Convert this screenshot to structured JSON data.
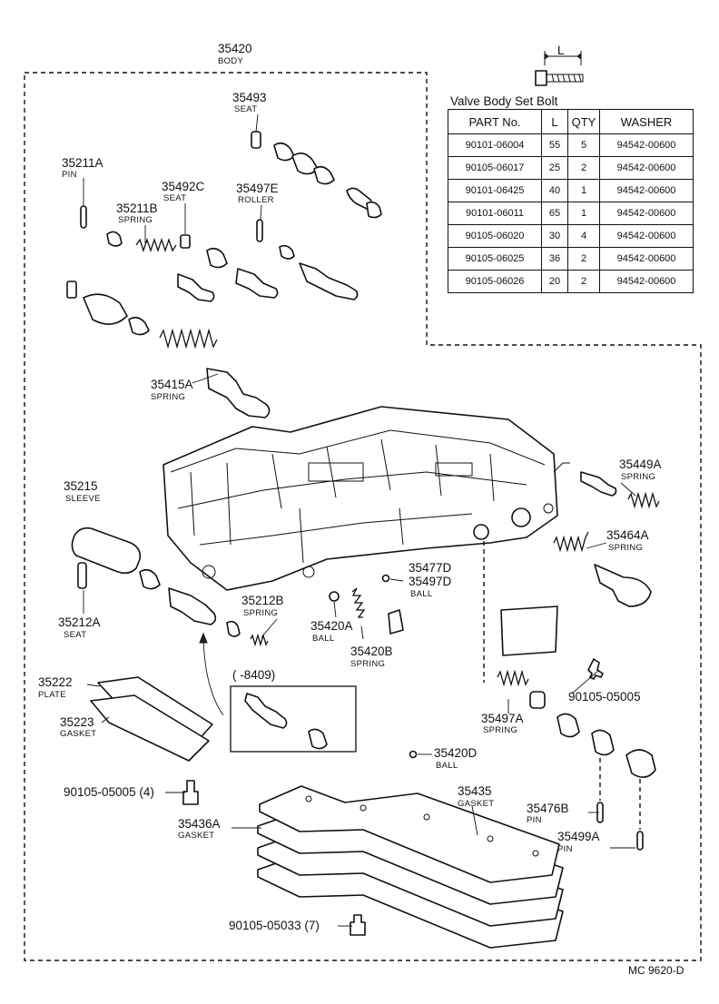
{
  "table": {
    "title": "Valve Body Set Bolt",
    "bolt_length_symbol": "L",
    "headers": [
      "PART No.",
      "L",
      "QTY",
      "WASHER"
    ],
    "rows": [
      [
        "90101-06004",
        "55",
        "5",
        "94542-00600"
      ],
      [
        "90105-06017",
        "25",
        "2",
        "94542-00600"
      ],
      [
        "90101-06425",
        "40",
        "1",
        "94542-00600"
      ],
      [
        "90101-06011",
        "65",
        "1",
        "94542-00600"
      ],
      [
        "90105-06020",
        "30",
        "4",
        "94542-00600"
      ],
      [
        "90105-06025",
        "36",
        "2",
        "94542-00600"
      ],
      [
        "90105-06026",
        "20",
        "2",
        "94542-00600"
      ]
    ]
  },
  "doc_code": "MC 9620-D",
  "inset_label": "(       -8409)",
  "callouts": [
    {
      "id": "35420-body",
      "num": "35420",
      "sub": "BODY"
    },
    {
      "id": "35493-seat",
      "num": "35493",
      "sub": "SEAT"
    },
    {
      "id": "35211a-pin",
      "num": "35211A",
      "sub": "PIN"
    },
    {
      "id": "35492c-seat",
      "num": "35492C",
      "sub": "SEAT"
    },
    {
      "id": "35497e-roller",
      "num": "35497E",
      "sub": "ROLLER"
    },
    {
      "id": "35211b-spring",
      "num": "35211B",
      "sub": "SPRING"
    },
    {
      "id": "35415a-spring",
      "num": "35415A",
      "sub": "SPRING"
    },
    {
      "id": "35449a-spring",
      "num": "35449A",
      "sub": "SPRING"
    },
    {
      "id": "35464a-spring",
      "num": "35464A",
      "sub": "SPRING"
    },
    {
      "id": "35215-sleeve",
      "num": "35215",
      "sub": "SLEEVE"
    },
    {
      "id": "35477d",
      "num": "35477D",
      "sub": ""
    },
    {
      "id": "35497d-ball",
      "num": "35497D",
      "sub": "BALL"
    },
    {
      "id": "35212b-spring",
      "num": "35212B",
      "sub": "SPRING"
    },
    {
      "id": "35212a-seat",
      "num": "35212A",
      "sub": "SEAT"
    },
    {
      "id": "35420a-ball",
      "num": "35420A",
      "sub": "BALL"
    },
    {
      "id": "35420b-spring",
      "num": "35420B",
      "sub": "SPRING"
    },
    {
      "id": "35222-plate",
      "num": "35222",
      "sub": "PLATE"
    },
    {
      "id": "35223-gasket",
      "num": "35223",
      "sub": "GASKET"
    },
    {
      "id": "90105-05005-right",
      "num": "90105-05005",
      "sub": ""
    },
    {
      "id": "35497a-spring",
      "num": "35497A",
      "sub": "SPRING"
    },
    {
      "id": "35420d-ball",
      "num": "35420D",
      "sub": "BALL"
    },
    {
      "id": "90105-05005-4",
      "num": "90105-05005 (4)",
      "sub": ""
    },
    {
      "id": "35435-gasket",
      "num": "35435",
      "sub": "GASKET"
    },
    {
      "id": "35436a-gasket",
      "num": "35436A",
      "sub": "GASKET"
    },
    {
      "id": "35476b-pin",
      "num": "35476B",
      "sub": "PIN"
    },
    {
      "id": "35499a-pin",
      "num": "35499A",
      "sub": "PIN"
    },
    {
      "id": "90105-05033-7",
      "num": "90105-05033 (7)",
      "sub": ""
    }
  ]
}
